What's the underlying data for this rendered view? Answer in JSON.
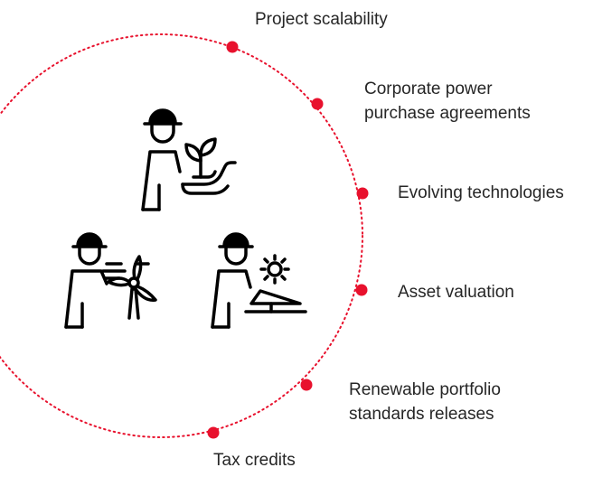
{
  "colors": {
    "accent": "#e8112d",
    "line": "#000000",
    "text": "#262626"
  },
  "labels": [
    {
      "id": "project-scalability",
      "text": "Project scalability"
    },
    {
      "id": "corporate-ppa",
      "lines": [
        "Corporate power",
        "purchase agreements"
      ]
    },
    {
      "id": "evolving-technologies",
      "text": "Evolving technologies"
    },
    {
      "id": "asset-valuation",
      "text": "Asset valuation"
    },
    {
      "id": "renewable-portfolio",
      "lines": [
        "Renewable portfolio",
        "standards releases"
      ]
    },
    {
      "id": "tax-credits",
      "text": "Tax credits"
    }
  ],
  "icons": [
    {
      "name": "worker-plant-icon"
    },
    {
      "name": "worker-wind-turbine-icon"
    },
    {
      "name": "worker-solar-panel-icon"
    }
  ]
}
